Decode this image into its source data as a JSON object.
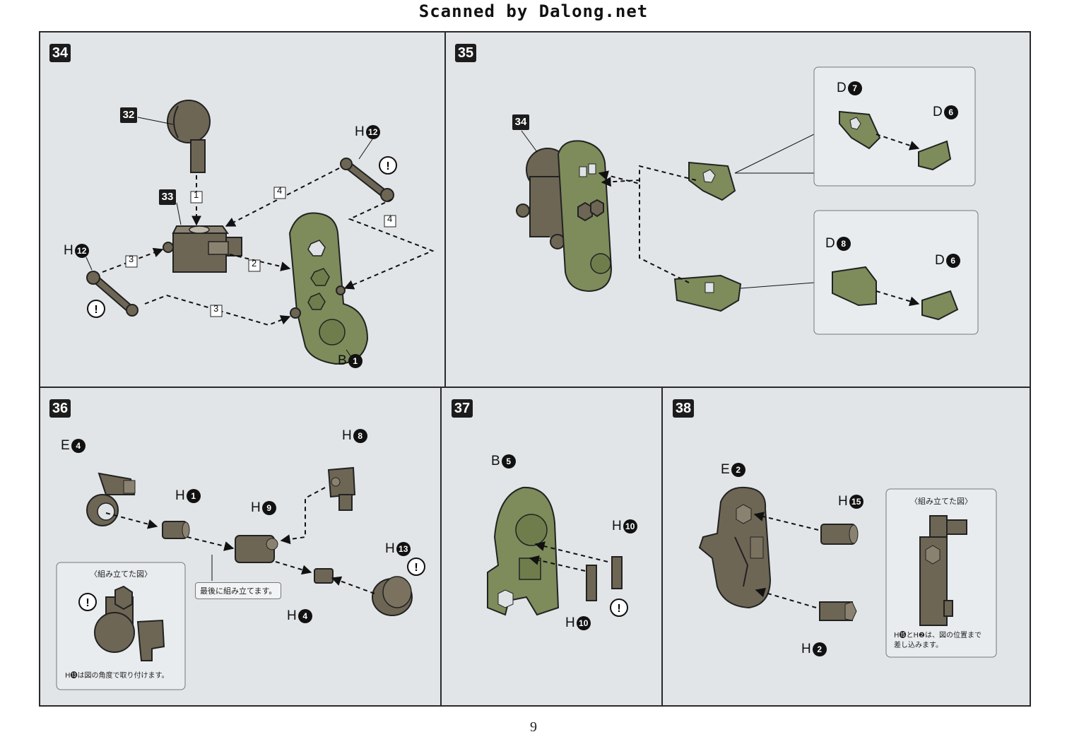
{
  "header": {
    "scan_credit": "Scanned by Dalong.net"
  },
  "page": {
    "number": "9"
  },
  "colors": {
    "olive_part": "#7d8c5a",
    "brown_part": "#6e6655",
    "panel_bg": "#e1e5e8",
    "border": "#2a2a2a"
  },
  "steps": {
    "s34": {
      "number": "34",
      "part_refs": [
        "32",
        "33"
      ],
      "labels": [
        {
          "runner": "H",
          "num": "12"
        },
        {
          "runner": "H",
          "num": "12"
        },
        {
          "runner": "B",
          "num": "1"
        }
      ],
      "order_marks": [
        "1",
        "2",
        "3",
        "3",
        "4",
        "4"
      ]
    },
    "s35": {
      "number": "35",
      "part_refs": [
        "34"
      ],
      "labels": [
        {
          "runner": "D",
          "num": "7"
        },
        {
          "runner": "D",
          "num": "6"
        },
        {
          "runner": "D",
          "num": "8"
        },
        {
          "runner": "D",
          "num": "6"
        }
      ]
    },
    "s36": {
      "number": "36",
      "labels": [
        {
          "runner": "E",
          "num": "4"
        },
        {
          "runner": "H",
          "num": "1"
        },
        {
          "runner": "H",
          "num": "9"
        },
        {
          "runner": "H",
          "num": "8"
        },
        {
          "runner": "H",
          "num": "13"
        },
        {
          "runner": "H",
          "num": "4"
        }
      ],
      "callout": "最後に組み立てます。",
      "assembled_title": "〈組み立てた図〉",
      "assembled_note": "H⓭は図の角度で取り付けます。"
    },
    "s37": {
      "number": "37",
      "labels": [
        {
          "runner": "B",
          "num": "5"
        },
        {
          "runner": "H",
          "num": "10"
        },
        {
          "runner": "H",
          "num": "10"
        }
      ]
    },
    "s38": {
      "number": "38",
      "labels": [
        {
          "runner": "E",
          "num": "2"
        },
        {
          "runner": "H",
          "num": "15"
        },
        {
          "runner": "H",
          "num": "2"
        }
      ],
      "assembled_title": "〈組み立てた図〉",
      "assembled_note_line1": "H⓯とH❷は、図の位置まで",
      "assembled_note_line2": "差し込みます。"
    }
  }
}
